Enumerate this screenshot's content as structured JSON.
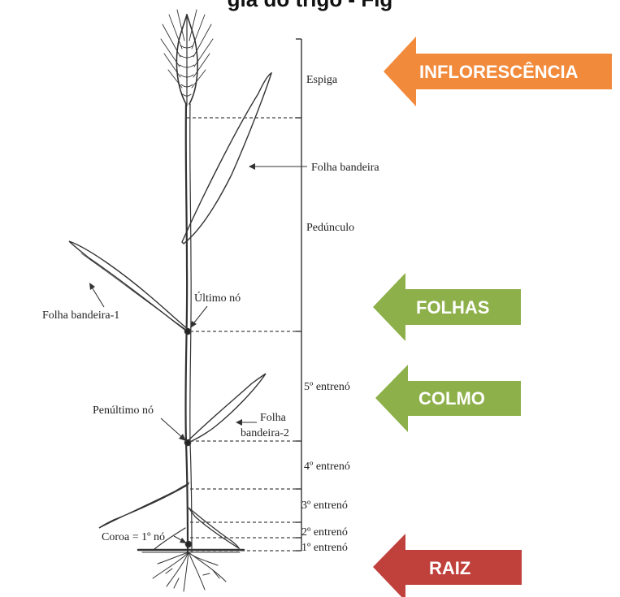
{
  "title": "gia do trigo - Fig",
  "labels": {
    "espiga": "Espiga",
    "folha_bandeira": "Folha bandeira",
    "pedunculo": "Pedúnculo",
    "ultimo_no": "Último nó",
    "folha_bandeira_1": "Folha bandeira-1",
    "entreno_5": "5º entrenó",
    "penultimo_no": "Penúltimo nó",
    "folha_bandeira_2_line1": "Folha",
    "folha_bandeira_2_line2": "bandeira-2",
    "entreno_4": "4º entrenó",
    "entreno_3": "3º entrenó",
    "entreno_2": "2º entrenó",
    "coroa": "Coroa = 1º nó",
    "entreno_1": "1º entrenó"
  },
  "arrows": [
    {
      "label": "INFLORESCÊNCIA",
      "color": "#f28a3c"
    },
    {
      "label": "FOLHAS",
      "color": "#8db04a"
    },
    {
      "label": "COLMO",
      "color": "#8db04a"
    },
    {
      "label": "RAIZ",
      "color": "#c0413c"
    }
  ]
}
